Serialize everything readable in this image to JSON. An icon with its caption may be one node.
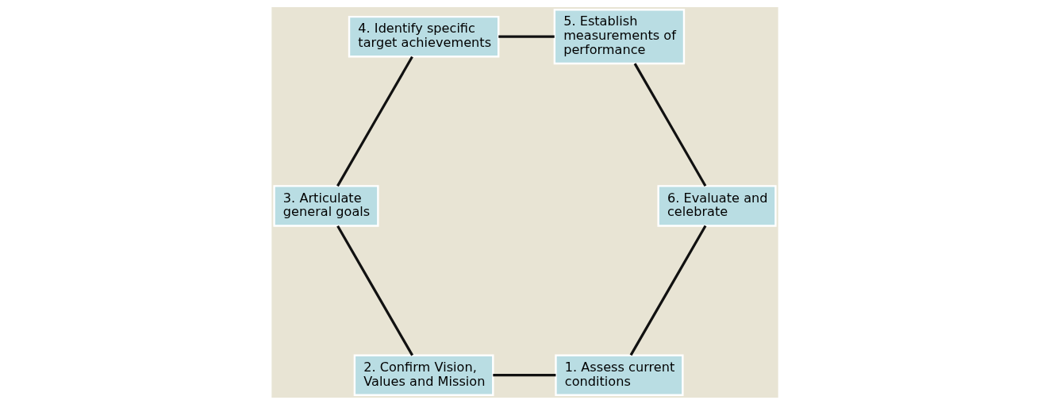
{
  "diagram": {
    "nodes": [
      {
        "text": [
          "1. Assess current conditions"
        ]
      },
      {
        "text": [
          "2. Confirm Vision, Values and Mission"
        ]
      },
      {
        "text": [
          "3. Articulate general goals"
        ]
      },
      {
        "text": [
          "4. Identify specific target achievements"
        ]
      },
      {
        "text": [
          "5. Establish measurements of performance"
        ]
      },
      {
        "text": [
          "6. Evaluate and celebrate"
        ]
      }
    ],
    "edges": [
      {
        "from": 0,
        "to": 1,
        "arrow": "none"
      },
      {
        "from": 1,
        "to": 2,
        "arrow": "none"
      },
      {
        "from": 2,
        "to": 3,
        "arrow": "none"
      },
      {
        "from": 3,
        "to": 4,
        "arrow": "none"
      },
      {
        "from": 4,
        "to": 5,
        "arrow": "none"
      },
      {
        "from": 5,
        "to": 0,
        "arrow": "none"
      }
    ]
  }
}
